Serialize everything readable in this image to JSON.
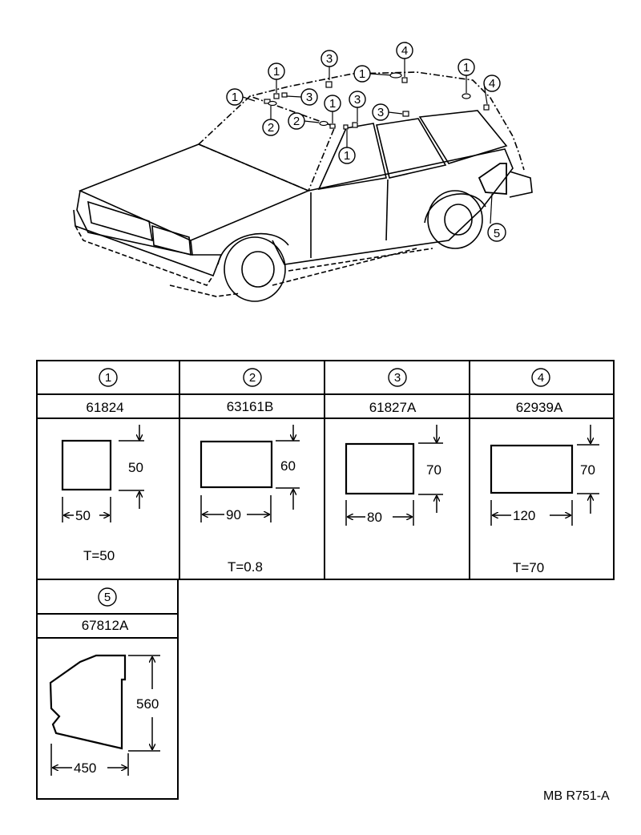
{
  "car": {
    "callouts": [
      "1",
      "1",
      "1",
      "1",
      "1",
      "1",
      "1",
      "2",
      "2",
      "3",
      "3",
      "3",
      "3",
      "4",
      "4",
      "5"
    ]
  },
  "table": {
    "cells": [
      {
        "index": "1",
        "part": "61824",
        "width": "50",
        "height": "50",
        "thickness": "T=50"
      },
      {
        "index": "2",
        "part": "63161B",
        "width": "90",
        "height": "60",
        "thickness": "T=0.8"
      },
      {
        "index": "3",
        "part": "61827A",
        "width": "80",
        "height": "70",
        "thickness": ""
      },
      {
        "index": "4",
        "part": "62939A",
        "width": "120",
        "height": "70",
        "thickness": "T=70"
      },
      {
        "index": "5",
        "part": "67812A",
        "width": "450",
        "height": "560",
        "thickness": ""
      }
    ]
  },
  "footer": {
    "code": "MB R751-A"
  }
}
